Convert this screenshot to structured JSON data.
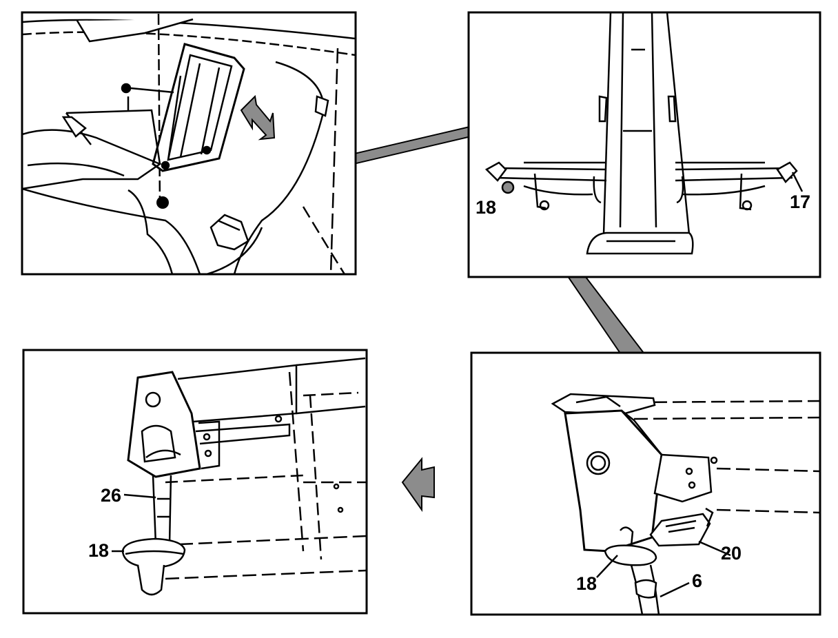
{
  "colors": {
    "ink": "#000000",
    "paper": "#ffffff",
    "pointer_gray": "#8c8c8c"
  },
  "panels": {
    "top_left": {
      "name": "dashboard-interior-view",
      "shows": "air vent flap with mounting screw and pivot arrow"
    },
    "top_right": {
      "name": "vent-assembly-view",
      "labels": {
        "left": "18",
        "right": "17"
      }
    },
    "bottom_right": {
      "name": "hinge-bracket-detail",
      "labels": {
        "bushing": "18",
        "clip": "20",
        "rod": "6"
      }
    },
    "bottom_left": {
      "name": "bracket-rod-detail",
      "labels": {
        "rod": "26",
        "bushing": "18"
      }
    }
  },
  "direction_arrow": {
    "icon": "left-arrow-icon",
    "points": "left"
  }
}
